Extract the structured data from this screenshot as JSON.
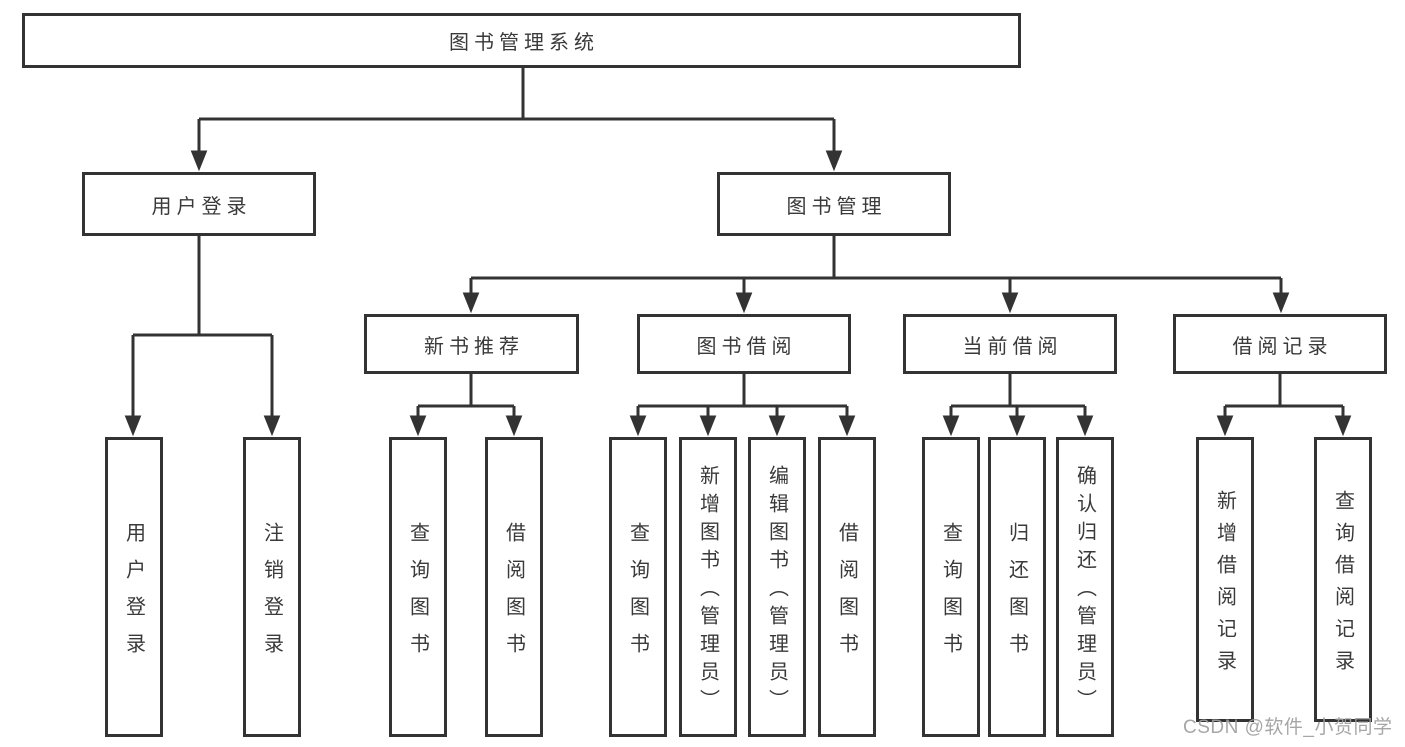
{
  "diagram": {
    "type": "hierarchy-tree",
    "title": "图书管理系统"
  },
  "nodes": {
    "root": {
      "label": "图书管理系统"
    },
    "user_login": {
      "label": "用户登录"
    },
    "book_management": {
      "label": "图书管理"
    },
    "new_book_recommend": {
      "label": "新书推荐"
    },
    "book_borrow": {
      "label": "图书借阅"
    },
    "current_borrow": {
      "label": "当前借阅"
    },
    "borrow_records": {
      "label": "借阅记录"
    },
    "leaf_user_login": {
      "label": "用户登录"
    },
    "leaf_logout": {
      "label": "注销登录"
    },
    "leaf_recommend_query": {
      "label": "查询图书"
    },
    "leaf_recommend_borrow": {
      "label": "借阅图书"
    },
    "leaf_borrow_query": {
      "label": "查询图书"
    },
    "leaf_borrow_add": {
      "label": "新增图书（管理员）"
    },
    "leaf_borrow_edit": {
      "label": "编辑图书（管理员）"
    },
    "leaf_borrow_borrow": {
      "label": "借阅图书"
    },
    "leaf_current_query": {
      "label": "查询图书"
    },
    "leaf_current_return": {
      "label": "归还图书"
    },
    "leaf_current_confirm": {
      "label": "确认归还（管理员）"
    },
    "leaf_records_add": {
      "label": "新增借阅记录"
    },
    "leaf_records_query": {
      "label": "查询借阅记录"
    }
  },
  "edges_semantic": [
    "图书管理系统 -> 用户登录",
    "图书管理系统 -> 图书管理",
    "用户登录 -> 用户登录",
    "用户登录 -> 注销登录",
    "图书管理 -> 新书推荐",
    "图书管理 -> 图书借阅",
    "图书管理 -> 当前借阅",
    "图书管理 -> 借阅记录",
    "新书推荐 -> 查询图书",
    "新书推荐 -> 借阅图书",
    "图书借阅 -> 查询图书",
    "图书借阅 -> 新增图书（管理员）",
    "图书借阅 -> 编辑图书（管理员）",
    "图书借阅 -> 借阅图书",
    "当前借阅 -> 查询图书",
    "当前借阅 -> 归还图书",
    "当前借阅 -> 确认归还（管理员）",
    "借阅记录 -> 新增借阅记录",
    "借阅记录 -> 查询借阅记录"
  ],
  "watermark": {
    "text": "CSDN @软件_小贺同学"
  },
  "colors": {
    "line": "#333333",
    "text": "#3a3a3a",
    "background": "#ffffff",
    "watermark": "#9f9f9f"
  }
}
